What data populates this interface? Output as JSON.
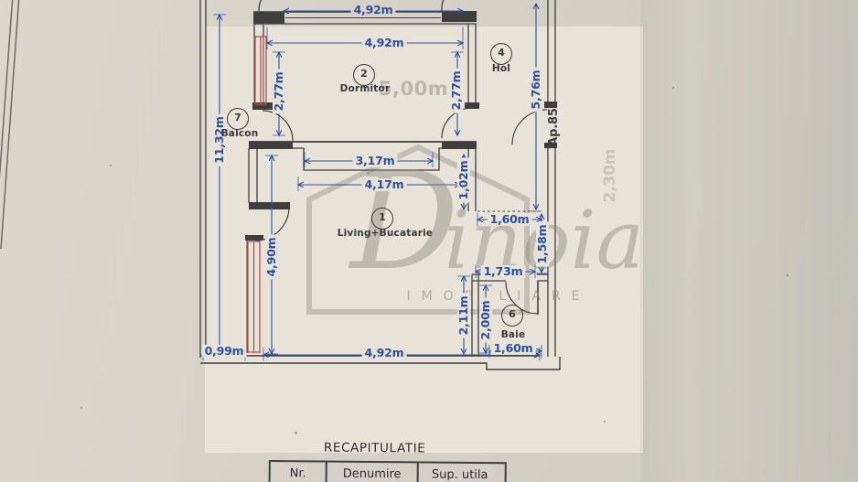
{
  "plan": {
    "rooms": [
      {
        "number": "1",
        "name": "Living+Bucatarie"
      },
      {
        "number": "2",
        "name": "Dormitor"
      },
      {
        "number": "4",
        "name": "Hol"
      },
      {
        "number": "6",
        "name": "Baie"
      },
      {
        "number": "7",
        "name": "Balcon"
      }
    ],
    "entrance_label": "Ap.85",
    "dimensions": {
      "top_width_ext": "4,92m",
      "dormitor_width": "4,92m",
      "left_total_height": "11,32m",
      "dormitor_height_left": "2,77m",
      "dormitor_height_right": "2,77m",
      "hol_depth": "5,76m",
      "niche_width": "3,17m",
      "living_top_width": "4,17m",
      "wall_drop": "1,02m",
      "nook_width": "1,60m",
      "nook_height": "1,58m",
      "baie_entry_width": "1,73m",
      "living_height": "4,90m",
      "baie_outer_height": "2,11m",
      "baie_inner_height": "2,00m",
      "baie_width": "1,60m",
      "balcony_width": "0,99m",
      "bottom_width": "4,92m"
    },
    "bleedthrough": {
      "room_width": "5,00m",
      "side": "2,30m"
    },
    "colors": {
      "dimension_blue": "#2f4f9c",
      "wall_dark": "#3f3e3c",
      "radiator_red": "#c24a52",
      "paper": "#d6d2c8",
      "plate": "#e7e3d8"
    }
  },
  "watermark": {
    "brand": "Dinoia",
    "tagline": "IMOBILIARE"
  },
  "recap": {
    "title": "RECAPITULATIE",
    "headers": [
      "Nr.",
      "Denumire",
      "Sup. utila"
    ]
  }
}
